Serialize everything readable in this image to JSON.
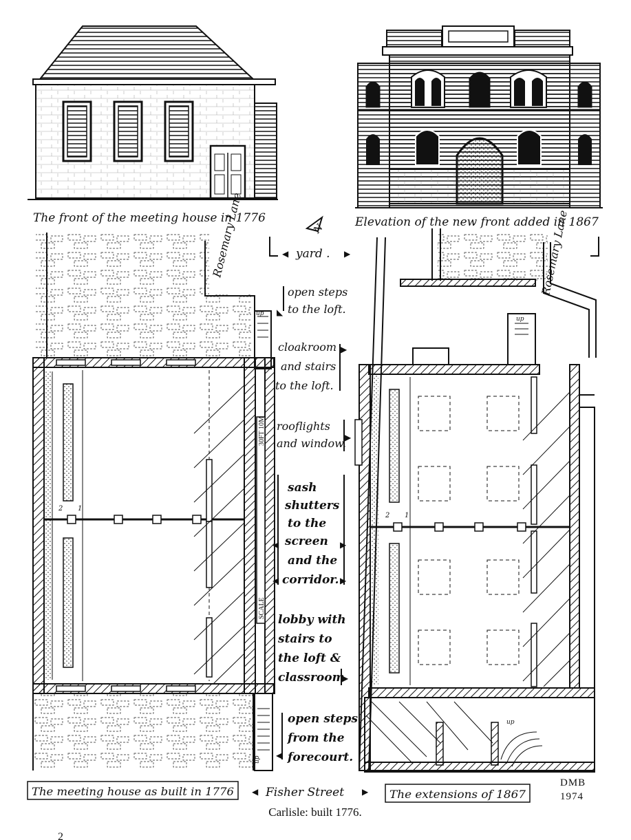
{
  "labels": {
    "front_1776": "The front of the meeting house in 1776",
    "front_1867": "Elevation of the new front added in 1867",
    "yard": "yard .",
    "rosemary_left": "Rosemary Lane",
    "rosemary_right": "Rosemary Lane",
    "open_steps_loft": [
      "open steps",
      "to the loft."
    ],
    "cloakroom": [
      "cloakroom",
      "and stairs",
      "to the loft."
    ],
    "rooflights": [
      "rooflights",
      "and window."
    ],
    "sash": [
      "sash",
      "shutters",
      "to the",
      "screen",
      "and the",
      "corridor."
    ],
    "lobby": [
      "lobby with",
      "stairs to",
      "the loft &",
      "classroom"
    ],
    "open_steps_forecourt": [
      "open steps",
      "from the",
      "forecourt."
    ],
    "scale_top": "30FT 10M",
    "scale_bottom": "SCALE",
    "built_1776": "The meeting house as built in 1776",
    "fisher_street": "Fisher Street",
    "extensions_1867": "The extensions of 1867",
    "signature": [
      "DMB",
      "1974"
    ],
    "caption": "Carlisle: built 1776.",
    "up_top": "up",
    "up_right": "up",
    "up_bottom_left": "up",
    "up_bottom_right": "up",
    "north_mark": "N",
    "num_2_left": "2",
    "num_1_left": "1",
    "num_2_right": "2",
    "num_1_right": "1",
    "page_number": "2"
  }
}
